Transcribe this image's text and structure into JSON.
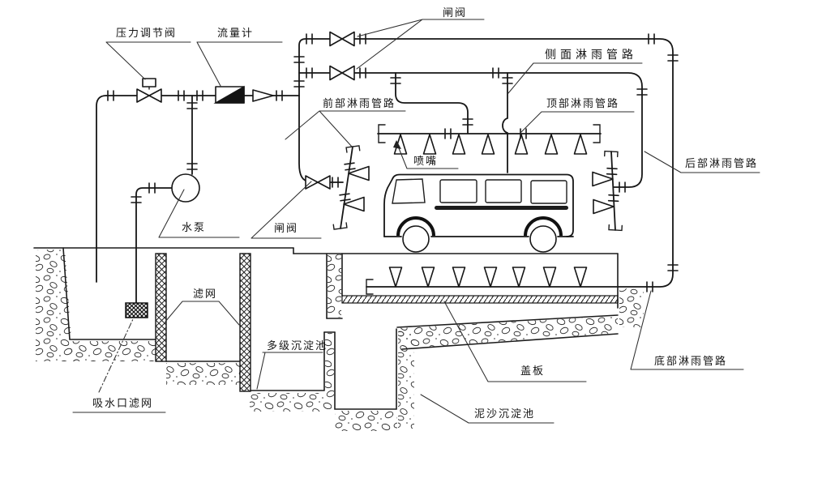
{
  "figure": {
    "kind": "vehicle rain-test (spray) system cross-section diagram",
    "colors": {
      "ink": "#161616",
      "paper": "#ffffff"
    }
  },
  "labels": {
    "pressure_regulating_valve": "压力调节阀",
    "flow_meter": "流量计",
    "gate_valve_top": "闸阀",
    "gate_valve_left": "闸阀",
    "front_spray_pipe": "前部淋雨管路",
    "side_spray_pipe": "侧面淋雨管路",
    "top_spray_pipe": "顶部淋雨管路",
    "rear_spray_pipe": "后部淋雨管路",
    "bottom_spray_pipe": "底部淋雨管路",
    "nozzle": "喷嘴",
    "water_pump": "水泵",
    "filter_screen": "滤网",
    "multi_stage_sedimentation_pool": "多级沉淀池",
    "cover_plate": "盖板",
    "suction_inlet_filter": "吸水口滤网",
    "sediment_pool": "泥沙沉淀池"
  }
}
